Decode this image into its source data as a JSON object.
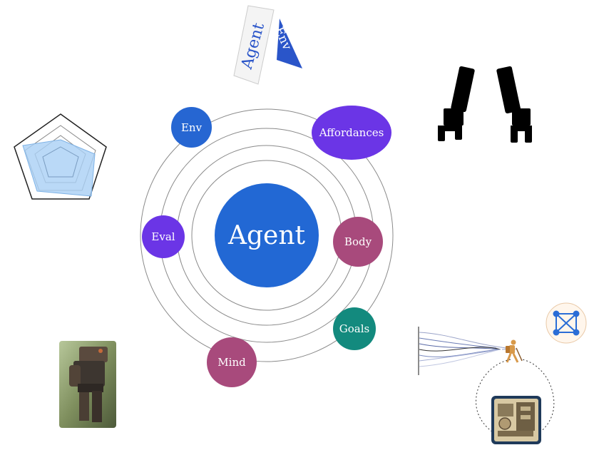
{
  "center": {
    "label": "Agent",
    "color": "#2268d4"
  },
  "nodes": {
    "env": {
      "label": "Env",
      "color": "#2666d2"
    },
    "afford": {
      "label": "Affordances",
      "color": "#6b35e6"
    },
    "eval": {
      "label": "Eval",
      "color": "#6b35e6"
    },
    "body": {
      "label": "Body",
      "color": "#a84a7c"
    },
    "goals": {
      "label": "Goals",
      "color": "#138a7e"
    },
    "mind": {
      "label": "Mind",
      "color": "#a84a7c"
    }
  },
  "card": {
    "agent": "Agent",
    "env": "Env"
  },
  "icons": {
    "radar": "radar-chart-icon",
    "grippers": "robot-gripper-icon",
    "robot_photo": "robot-photo-icon",
    "network": "network-graph-icon",
    "trajectory": "trajectory-hiker-icon",
    "machine": "vintage-machine-icon"
  }
}
